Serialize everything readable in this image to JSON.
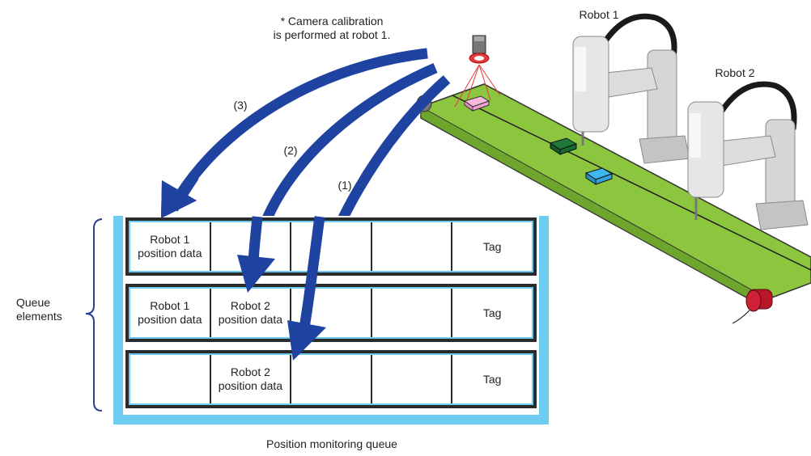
{
  "note": "* Camera calibration\nis performed at robot 1.",
  "robots": [
    "Robot 1",
    "Robot 2"
  ],
  "arrow_labels": [
    "(3)",
    "(2)",
    "(1)"
  ],
  "queue_label": "Queue\nelements",
  "queue_caption": "Position monitoring queue",
  "queue_rows": [
    [
      "Robot 1\nposition data",
      "",
      "",
      "",
      "Tag"
    ],
    [
      "Robot 1\nposition data",
      "Robot 2\nposition data",
      "",
      "",
      "Tag"
    ],
    [
      "",
      "Robot 2\nposition data",
      "",
      "",
      "Tag"
    ]
  ],
  "colors": {
    "arrow": "#1f43a0",
    "queue": "#6ccbee",
    "conveyor": "#8cc63f",
    "brace": "#2a3f8f"
  }
}
